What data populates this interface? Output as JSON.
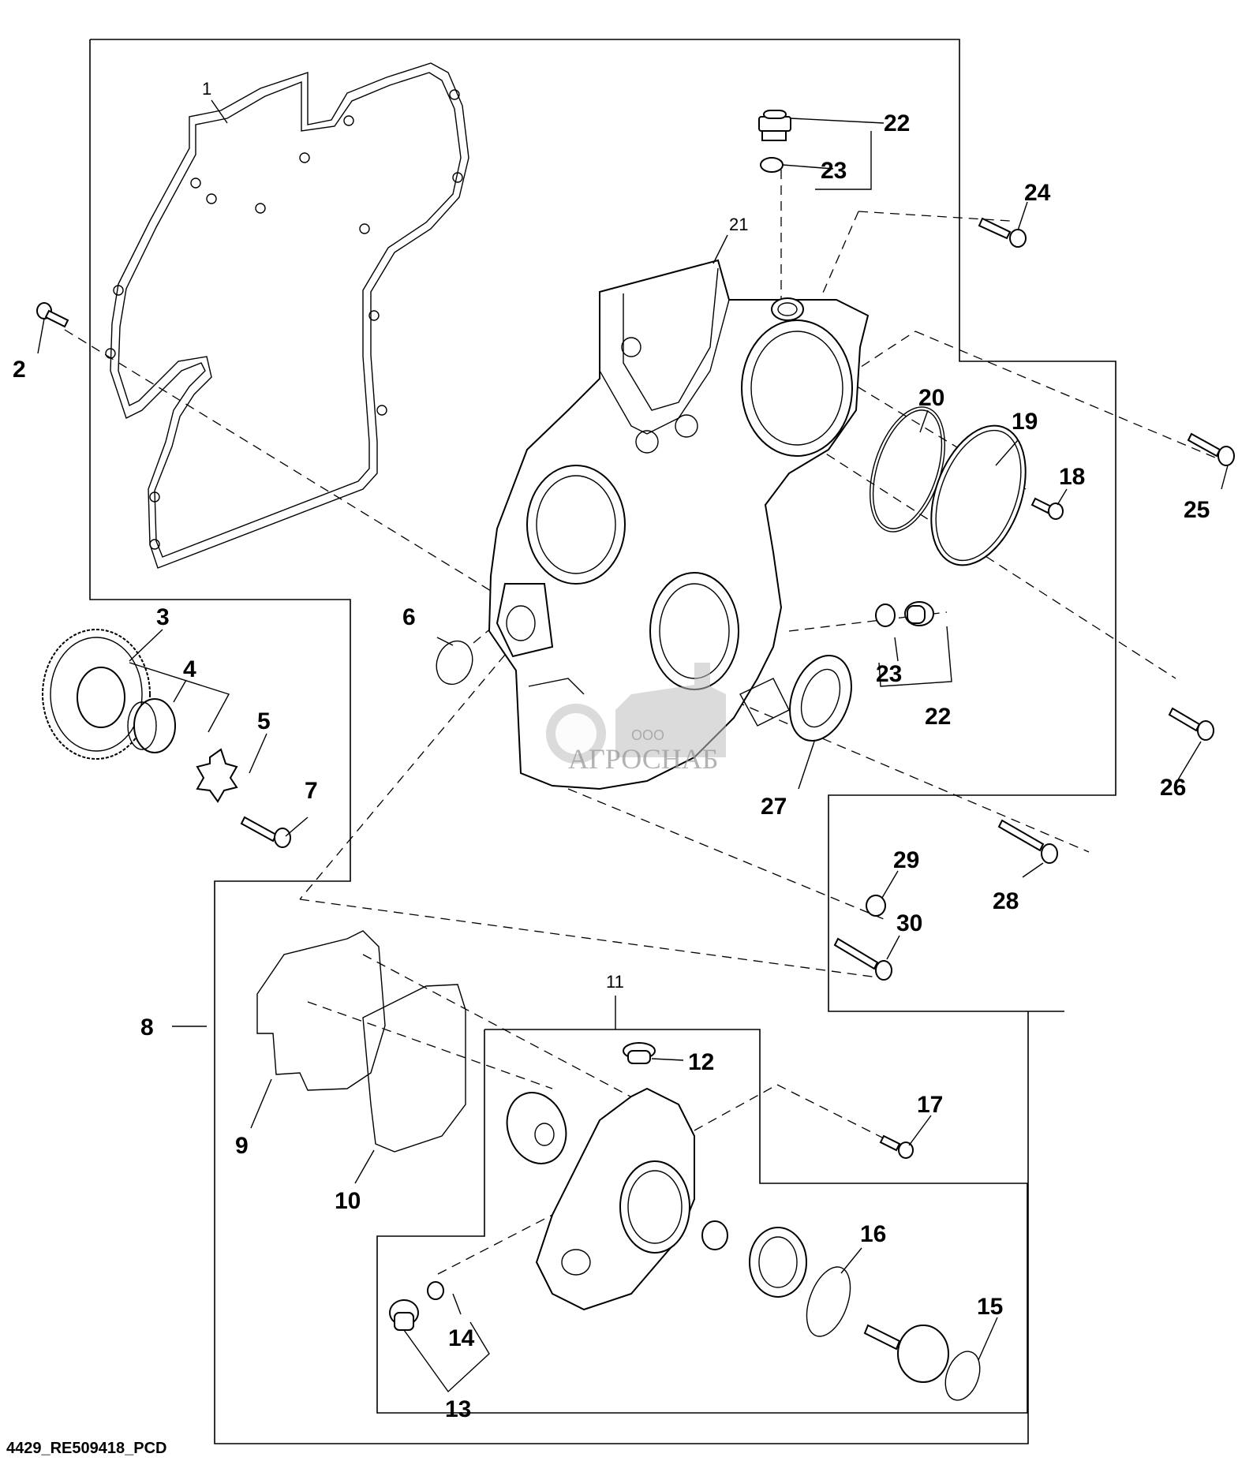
{
  "diagram": {
    "title": "Timing gear cover and water pump assembly",
    "drawing_id": "4429_RE509418_PCD",
    "watermark": {
      "company_prefix": "ООО",
      "company_name": "АГРОСНАБ"
    },
    "callouts": [
      {
        "id": "1",
        "label": "1"
      },
      {
        "id": "2",
        "label": "2"
      },
      {
        "id": "3",
        "label": "3"
      },
      {
        "id": "4",
        "label": "4"
      },
      {
        "id": "5",
        "label": "5"
      },
      {
        "id": "6",
        "label": "6"
      },
      {
        "id": "7",
        "label": "7"
      },
      {
        "id": "8",
        "label": "8"
      },
      {
        "id": "9",
        "label": "9"
      },
      {
        "id": "10",
        "label": "10"
      },
      {
        "id": "11",
        "label": "11"
      },
      {
        "id": "12",
        "label": "12"
      },
      {
        "id": "13",
        "label": "13"
      },
      {
        "id": "14",
        "label": "14"
      },
      {
        "id": "15",
        "label": "15"
      },
      {
        "id": "16",
        "label": "16"
      },
      {
        "id": "17",
        "label": "17"
      },
      {
        "id": "18",
        "label": "18"
      },
      {
        "id": "19",
        "label": "19"
      },
      {
        "id": "20",
        "label": "20"
      },
      {
        "id": "21",
        "label": "21"
      },
      {
        "id": "22a",
        "label": "22"
      },
      {
        "id": "23a",
        "label": "23"
      },
      {
        "id": "24",
        "label": "24"
      },
      {
        "id": "25",
        "label": "25"
      },
      {
        "id": "22b",
        "label": "22"
      },
      {
        "id": "23b",
        "label": "23"
      },
      {
        "id": "26",
        "label": "26"
      },
      {
        "id": "27",
        "label": "27"
      },
      {
        "id": "28",
        "label": "28"
      },
      {
        "id": "29",
        "label": "29"
      },
      {
        "id": "30",
        "label": "30"
      }
    ]
  }
}
